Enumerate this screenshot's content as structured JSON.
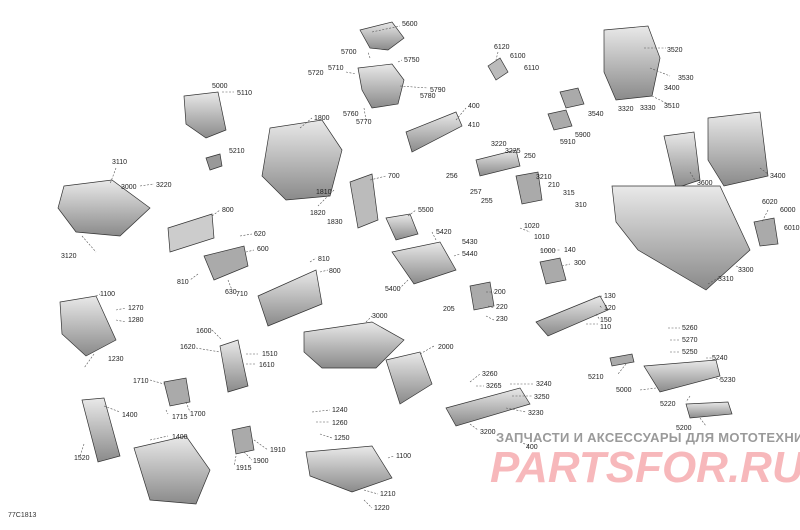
{
  "diagram_code": "77C1813",
  "watermark": {
    "line1": "ЗАПЧАСТИ И АКСЕССУАРЫ ДЛЯ МОТОТЕХНИКИ",
    "line2": "PARTSFOR.RU",
    "color": "#e8353b"
  },
  "callouts": [
    "5600",
    "5700",
    "5750",
    "5710",
    "5720",
    "5790",
    "5780",
    "5760",
    "5770",
    "6120",
    "6100",
    "6110",
    "3520",
    "3530",
    "3400",
    "3510",
    "3320",
    "3330",
    "3540",
    "5900",
    "5910",
    "5000",
    "5110",
    "1800",
    "400",
    "410",
    "3220",
    "3225",
    "250",
    "256",
    "257",
    "255",
    "3210",
    "210",
    "315",
    "310",
    "5210",
    "3110",
    "3000",
    "3220",
    "3120",
    "1810",
    "1820",
    "1830",
    "700",
    "800",
    "620",
    "600",
    "810",
    "630",
    "710",
    "5500",
    "5420",
    "5430",
    "5440",
    "5400",
    "1020",
    "1010",
    "1000",
    "140",
    "300",
    "200",
    "205",
    "220",
    "230",
    "3600",
    "3400",
    "6020",
    "6000",
    "6010",
    "3300",
    "3310",
    "1100",
    "1270",
    "1280",
    "1230",
    "810",
    "800",
    "3000",
    "130",
    "120",
    "150",
    "110",
    "5260",
    "5270",
    "5250",
    "5240",
    "5230",
    "5210",
    "5000",
    "5220",
    "5200",
    "1600",
    "1620",
    "1510",
    "1610",
    "2000",
    "1710",
    "1715",
    "1700",
    "1400",
    "1520",
    "1400",
    "1910",
    "1900",
    "1915",
    "1240",
    "1260",
    "1250",
    "1100",
    "3260",
    "3265",
    "3240",
    "3250",
    "3230",
    "3200",
    "400",
    "1210",
    "1220"
  ]
}
